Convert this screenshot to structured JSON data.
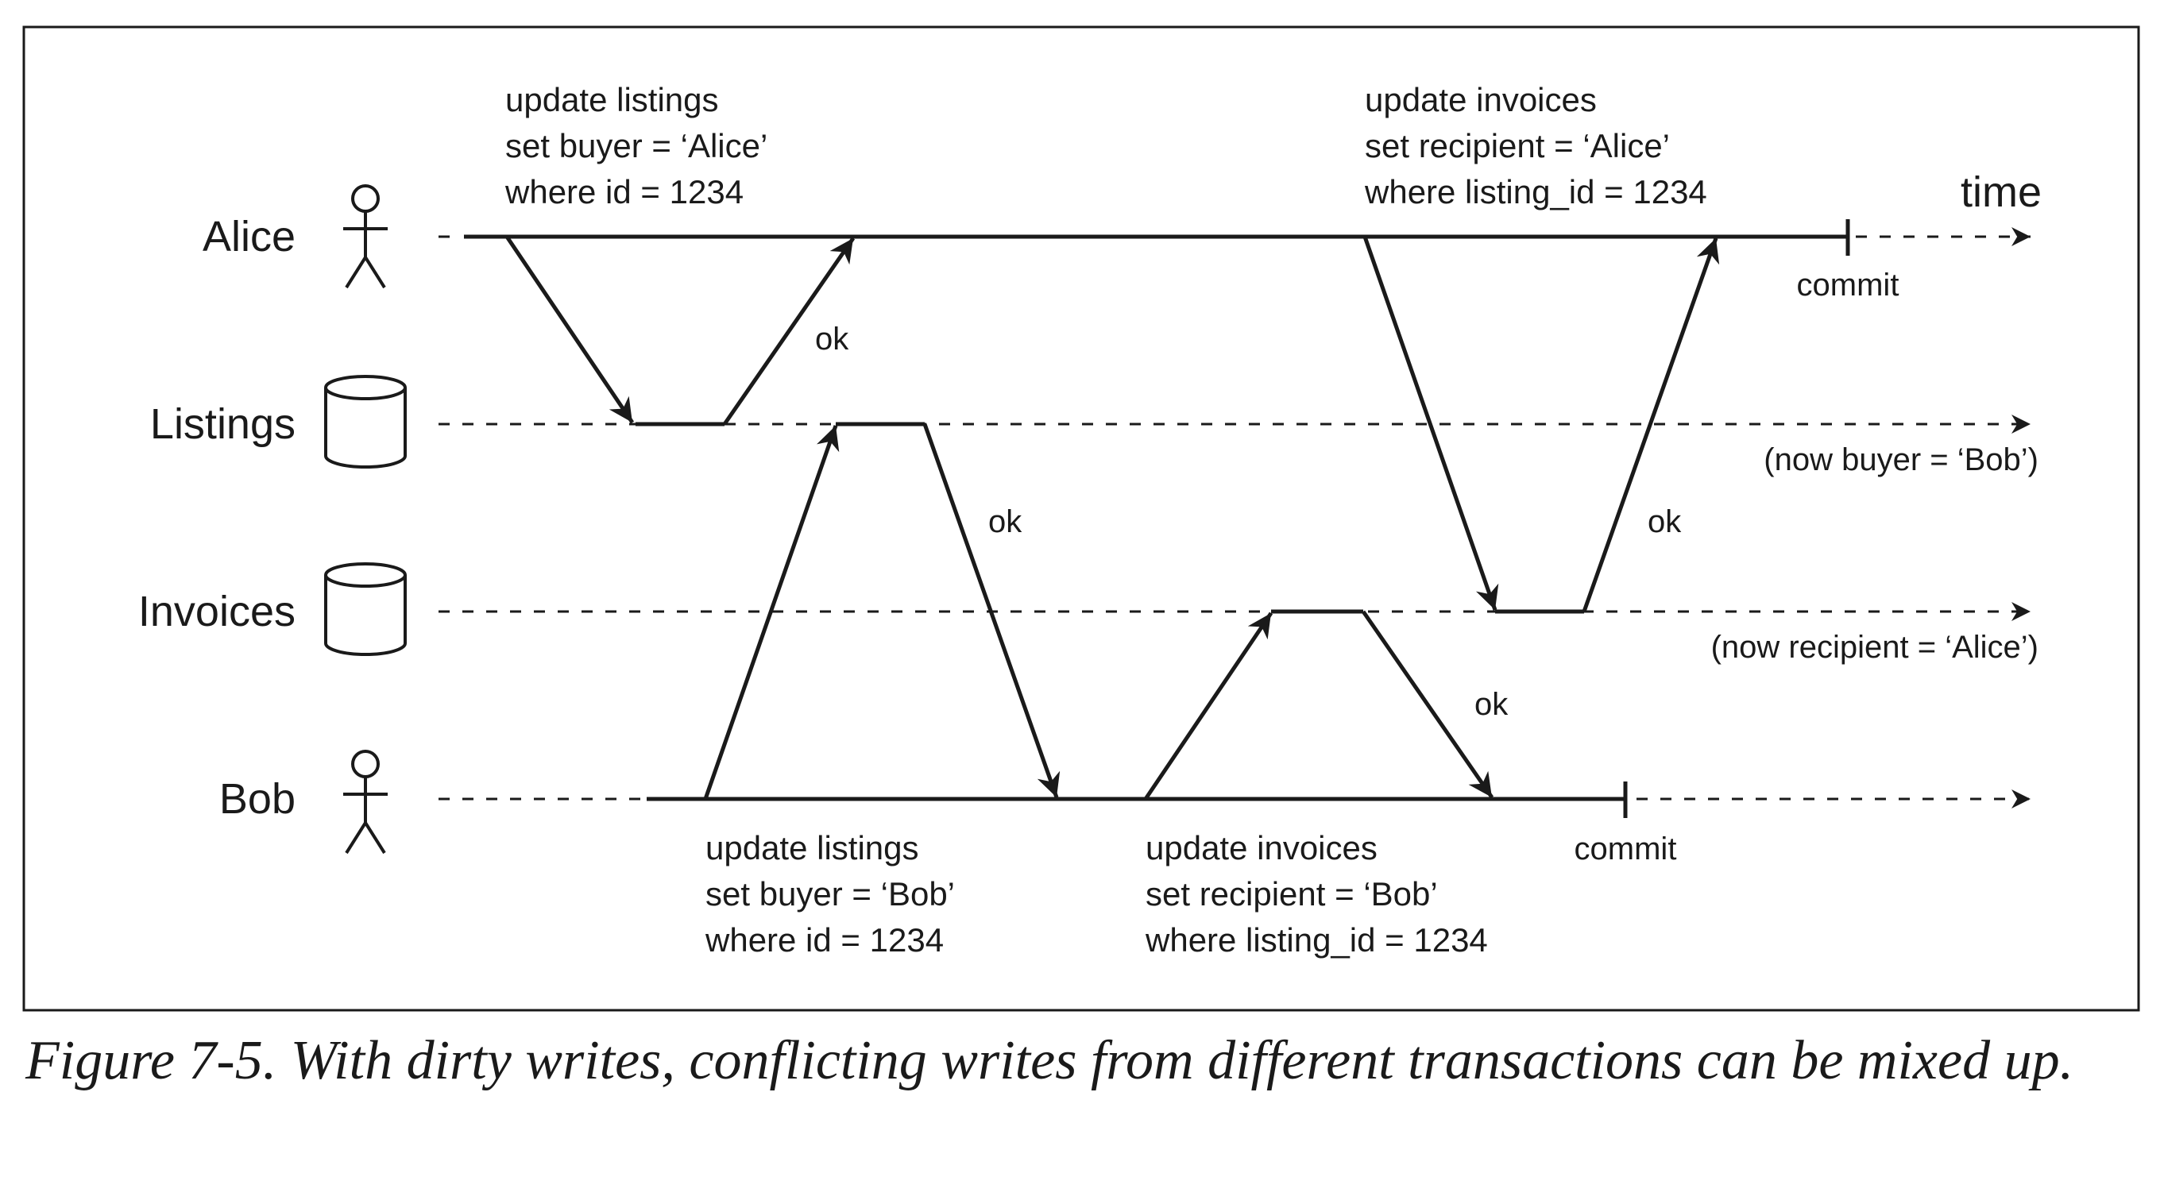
{
  "actors": {
    "alice": "Alice",
    "listings": "Listings",
    "invoices": "Invoices",
    "bob": "Bob"
  },
  "time_label": "time",
  "alice_stmt_1": [
    "update listings",
    "set buyer = ‘Alice’",
    "where id = 1234"
  ],
  "alice_stmt_2": [
    "update invoices",
    "set recipient = ‘Alice’",
    "where listing_id = 1234"
  ],
  "bob_stmt_1": [
    "update listings",
    "set buyer = ‘Bob’",
    "where id = 1234"
  ],
  "bob_stmt_2": [
    "update invoices",
    "set recipient = ‘Bob’",
    "where listing_id = 1234"
  ],
  "ok_label": "ok",
  "commit_label": "commit",
  "listings_note": "(now buyer = ‘Bob’)",
  "invoices_note": "(now recipient = ‘Alice’)",
  "caption": "Figure 7-5. With dirty writes, conflicting writes from different transactions can be mixed up."
}
